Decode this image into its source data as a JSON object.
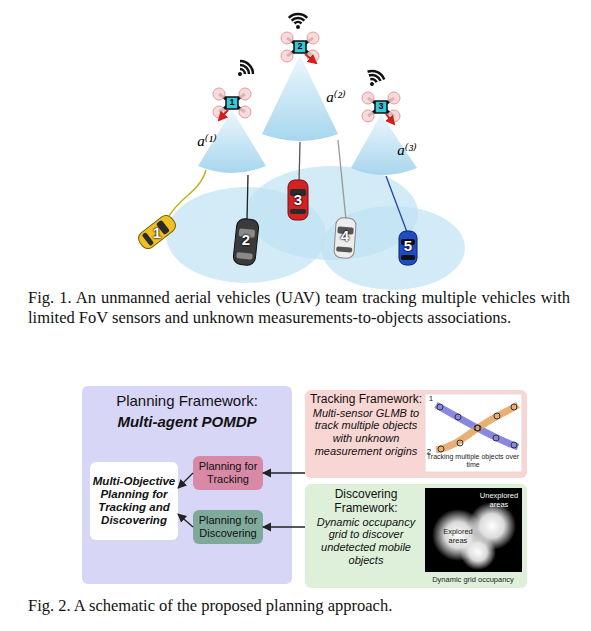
{
  "diagram": {
    "caption": "Fig. 2. A schematic of the proposed planning approach.",
    "nodes": [
      {
        "text": [
          "Planning Framework:",
          "Multi-agent POMDP"
        ]
      },
      {
        "text": [
          "Multi-Objective Planning for Tracking and Discovering"
        ],
        "in": 0
      },
      {
        "text": [
          "Planning for Tracking"
        ],
        "in": 0
      },
      {
        "text": [
          "Planning for Discovering"
        ],
        "in": 0
      },
      {
        "text": [
          "Tracking Framework:",
          "Multi-sensor GLMB to track multiple objects with unknown measurement origins"
        ]
      },
      {
        "text": [
          "Discovering Framework:",
          "Dynamic occupancy grid to discover undetected mobile objects"
        ]
      }
    ],
    "edges": [
      {
        "from": 4,
        "to": 2,
        "arrow": "to"
      },
      {
        "from": 5,
        "to": 3,
        "arrow": "to"
      },
      {
        "from": 2,
        "to": 1,
        "arrow": "to"
      },
      {
        "from": 3,
        "to": 1,
        "arrow": "to"
      }
    ],
    "labels": [
      "1",
      "2",
      "3",
      "a⁽¹⁾",
      "a⁽²⁾",
      "a⁽³⁾",
      "1",
      "2",
      "3",
      "4",
      "5",
      "Fig. 1. An unmanned aerial vehicles (UAV) team tracking multiple vehicles with limited FoV sensors and unknown measurements-to-objects associations.",
      "1",
      "2",
      "Tracking multiple objects over time",
      "Unexplored areas",
      "Explored areas",
      "Dynamic grid occupancy"
    ]
  }
}
